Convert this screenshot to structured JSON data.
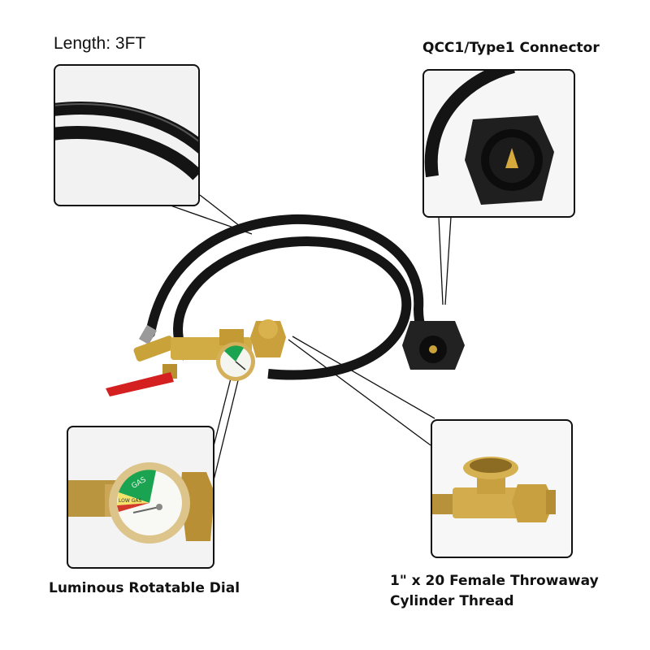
{
  "labels": {
    "length": "Length: 3FT",
    "connector": "QCC1/Type1 Connector",
    "dial": "Luminous Rotatable Dial",
    "thread_line1": "1\" x 20 Female Throwaway",
    "thread_line2": "Cylinder Thread"
  },
  "gauge": {
    "gas": "GAS",
    "low_gas": "LOW GAS"
  },
  "colors": {
    "hose": "#151515",
    "brass": "#c9a23a",
    "handle": "#d42020",
    "gauge_green": "#1aa350",
    "gauge_yellow": "#f3e36a",
    "gauge_red": "#d43a2a"
  }
}
